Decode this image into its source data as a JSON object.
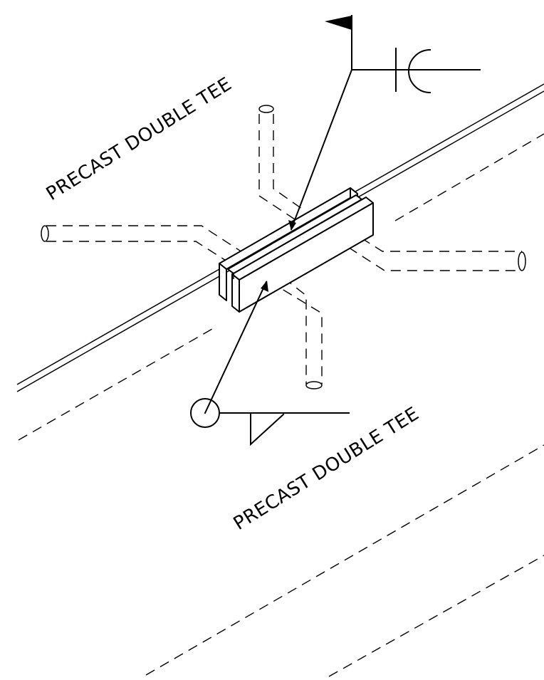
{
  "labels": {
    "upper_member": "PRECAST DOUBLE TEE",
    "lower_member": "PRECAST DOUBLE TEE"
  },
  "weld_symbols": {
    "upper": {
      "field_weld_flag": true,
      "weld_type": "flare-bevel"
    },
    "lower": {
      "weld_all_around": true,
      "weld_type": "fillet"
    }
  },
  "colors": {
    "line": "#000000",
    "background": "#ffffff"
  }
}
